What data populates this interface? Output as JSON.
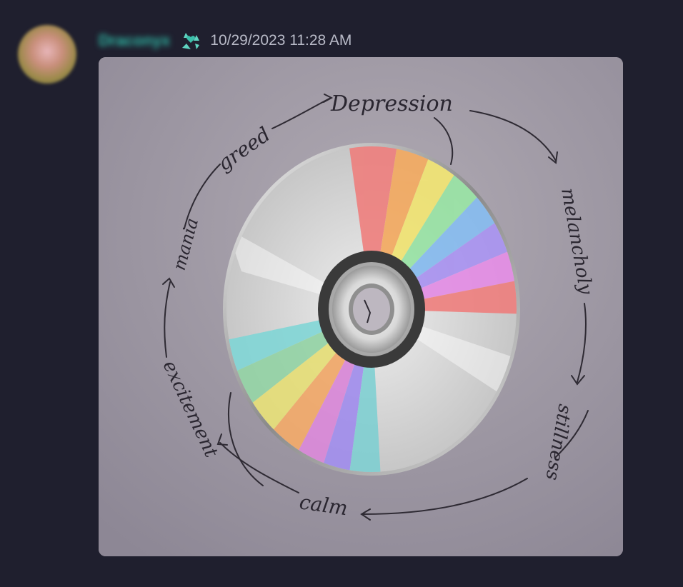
{
  "message": {
    "author": "Draconyx",
    "timestamp": "10/29/2023 11:28 AM",
    "role_icon": "recycle-heart-icon",
    "avatar_icon": "user-avatar"
  },
  "attachment": {
    "type": "image",
    "content": "hand-drawn cycle diagram on paper with a CD disc overlay",
    "labels": {
      "depression": "Depression",
      "melancholy": "melancholy",
      "stillness": "stillness",
      "calm": "calm",
      "excitement": "excitement",
      "mania": "mania",
      "greed": "greed"
    }
  },
  "colors": {
    "background": "#1f1f2e",
    "username": "#2fb8a4",
    "timestamp": "#b9bbc8",
    "paper": "#a39da8"
  }
}
